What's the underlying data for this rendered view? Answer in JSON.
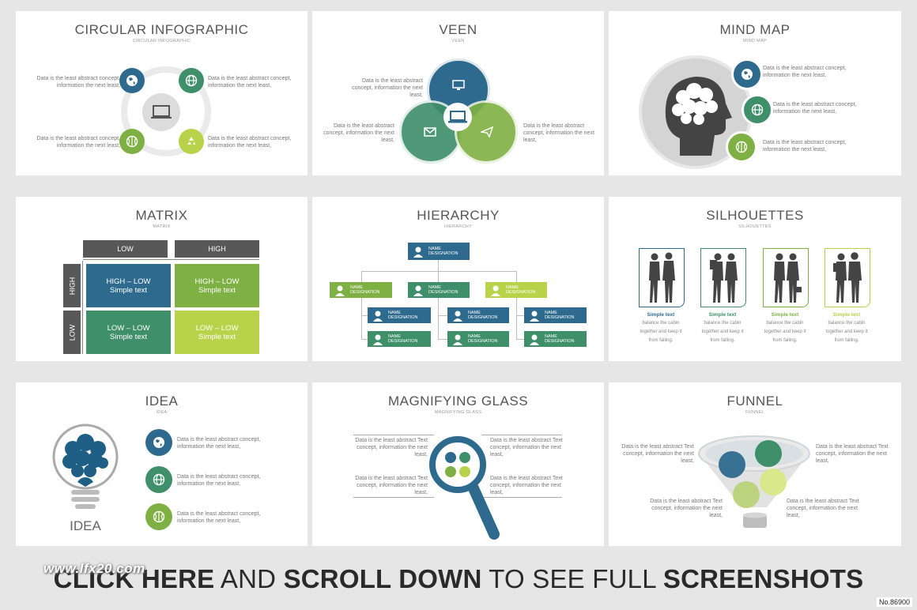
{
  "colors": {
    "blue": "#2e6a8e",
    "green": "#3e8f6a",
    "lightgreen": "#7fb043",
    "lime": "#b8d34a",
    "gray": "#585858"
  },
  "panels": {
    "circular": {
      "title": "CIRCULAR INFOGRAPHIC",
      "subtitle": "CIRCULAR INFOGRAPHIC",
      "texts": [
        "Data is the least abstract concept, information the next least,",
        "Data is the least abstract concept, information the next least,",
        "Data is the least abstract concept, information the next least,",
        "Data is the least abstract concept, information the next least,"
      ],
      "icons": [
        "globe-icon",
        "globe-grid-icon",
        "basketball-icon",
        "recycle-icon",
        "laptop-icon"
      ]
    },
    "veen": {
      "title": "VEEN",
      "subtitle": "VEEN",
      "texts": [
        "Data is the least abstract concept, information the next least,",
        "Data is the least abstract concept, information the next least,",
        "Data is the least abstract concept, information the next least,"
      ]
    },
    "mindmap": {
      "title": "MIND MAP",
      "subtitle": "MIND MAP",
      "texts": [
        "Data is the least abstract concept, information the next least,",
        "Data is the least abstract concept, information the next least,",
        "Data is the least abstract concept, information the next least,"
      ]
    },
    "matrix": {
      "title": "MATRIX",
      "subtitle": "MATRIX",
      "cols": [
        "LOW",
        "HIGH"
      ],
      "rows": [
        "HIGH",
        "LOW"
      ],
      "cells": [
        [
          "HIGH – LOW",
          "Simple text"
        ],
        [
          "HIGH – LOW",
          "Simple text"
        ],
        [
          "LOW – LOW",
          "Simple text"
        ],
        [
          "LOW – LOW",
          "Simple text"
        ]
      ]
    },
    "hierarchy": {
      "title": "HIERARCHY",
      "subtitle": "HIERARCHY",
      "name": "NAME",
      "designation": "DESIGNATION"
    },
    "silhouettes": {
      "title": "SILHOUETTES",
      "subtitle": "SILHOUETTES",
      "items": [
        {
          "title": "Simple text",
          "l1": "balance the cabin",
          "l2": "together and keep it",
          "l3": "from falling."
        },
        {
          "title": "Simple text",
          "l1": "balance the cabin",
          "l2": "together and keep it",
          "l3": "from falling."
        },
        {
          "title": "Simple text",
          "l1": "balance the cabin",
          "l2": "together and keep it",
          "l3": "from falling."
        },
        {
          "title": "Simple text",
          "l1": "balance the cabin",
          "l2": "together and keep it",
          "l3": "from falling."
        }
      ]
    },
    "idea": {
      "title": "IDEA",
      "subtitle": "IDEA",
      "label": "IDEA",
      "texts": [
        "Data is the least abstract concept, information the next least,",
        "Data is the least abstract concept, information the next least,",
        "Data is the least abstract concept, information the next least,"
      ]
    },
    "magnify": {
      "title": "MAGNIFYING GLASS",
      "subtitle": "MAGNIFYING GLASS",
      "texts": [
        "Data is the least abstract Text concept, information the next least,",
        "Data is the least abstract Text concept, information the next least,",
        "Data is the least abstract Text concept, information the next least,",
        "Data is the least abstract Text concept, information the next least,"
      ]
    },
    "funnel": {
      "title": "FUNNEL",
      "subtitle": "FUNNEL",
      "texts": [
        "Data is the least abstract Text concept, information the next least,",
        "Data is the least abstract Text concept, information the next least,",
        "Data is the least abstract Text concept, information the next least,",
        "Data is the least abstract Text concept, information the next least,"
      ]
    }
  },
  "footer": {
    "p1": "CLICK HERE",
    "p2": " AND ",
    "p3": "SCROLL DOWN",
    "p4": " TO SEE FULL ",
    "p5": "SCREENSHOTS"
  },
  "watermark": "www.lfx20.com",
  "number": "No.86900"
}
